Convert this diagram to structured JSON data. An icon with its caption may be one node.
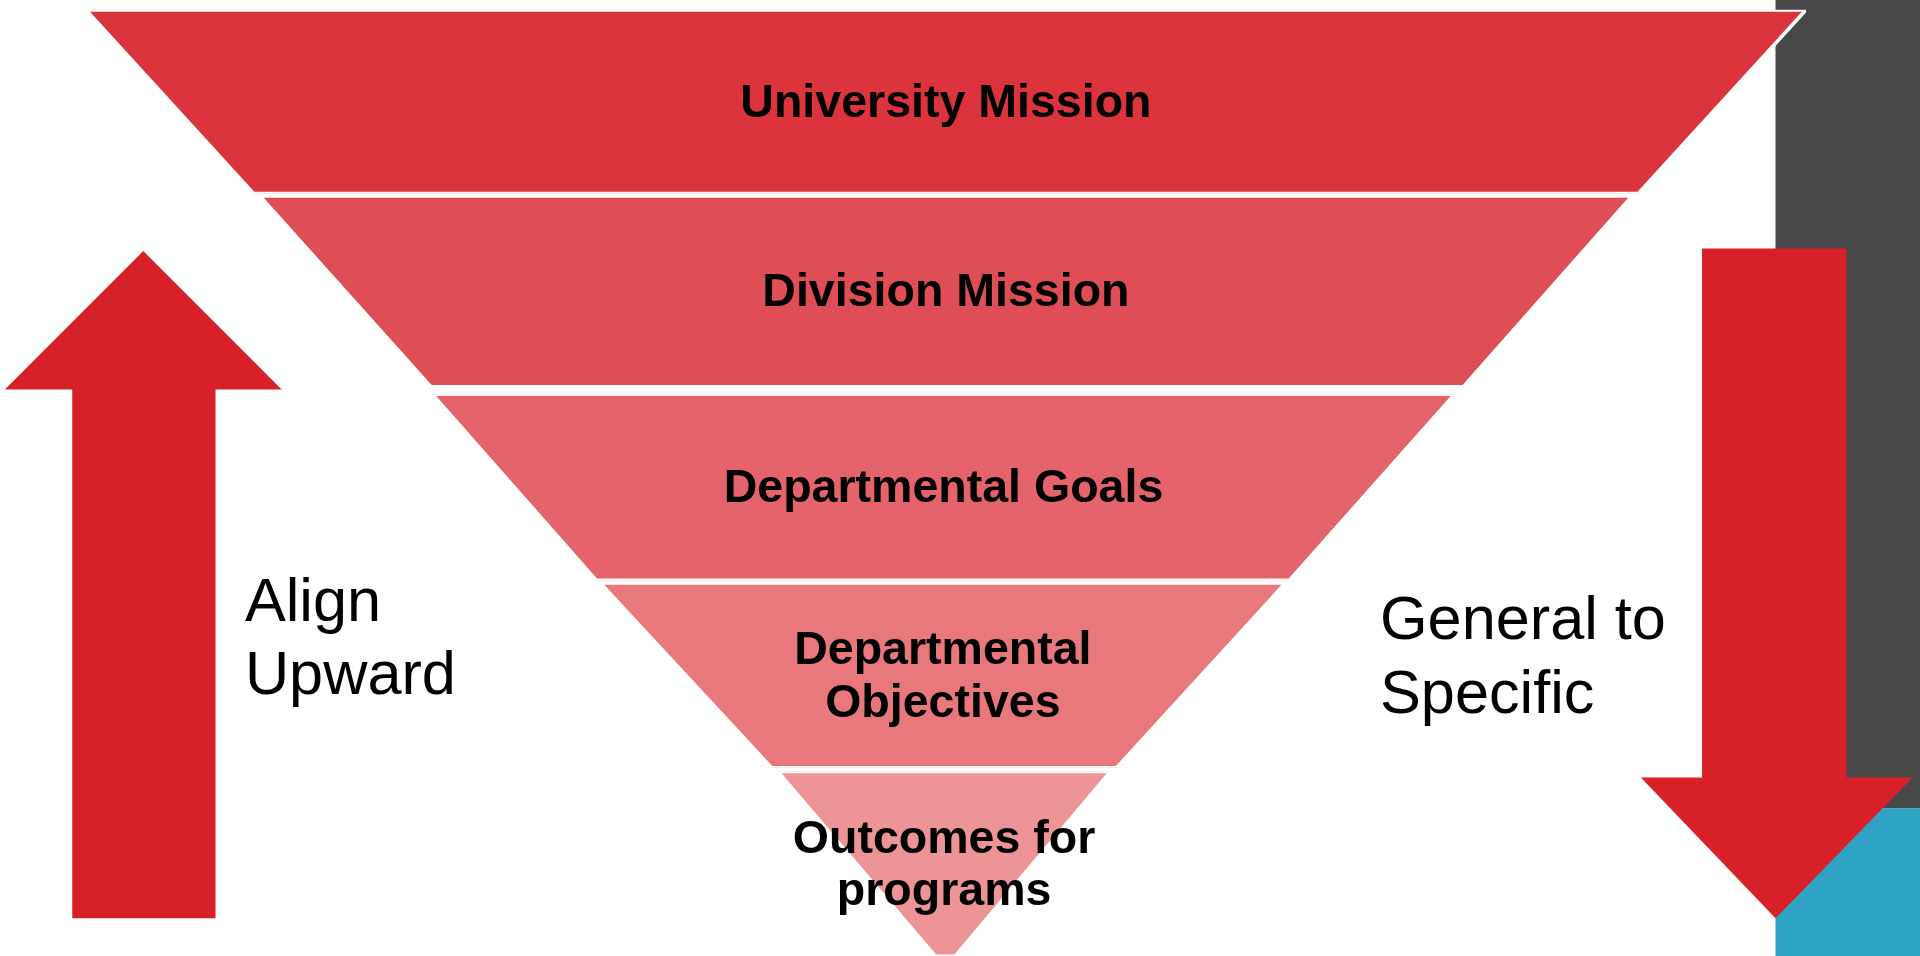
{
  "diagram": {
    "nodes": [
      {
        "text": [
          "University Mission"
        ]
      },
      {
        "text": [
          "Division Mission"
        ]
      },
      {
        "text": [
          "Departmental Goals"
        ]
      },
      {
        "text": [
          "Departmental Objectives"
        ]
      },
      {
        "text": [
          "Outcomes for programs"
        ]
      }
    ],
    "labels": [
      "Align Upward",
      "General to Specific"
    ]
  }
}
